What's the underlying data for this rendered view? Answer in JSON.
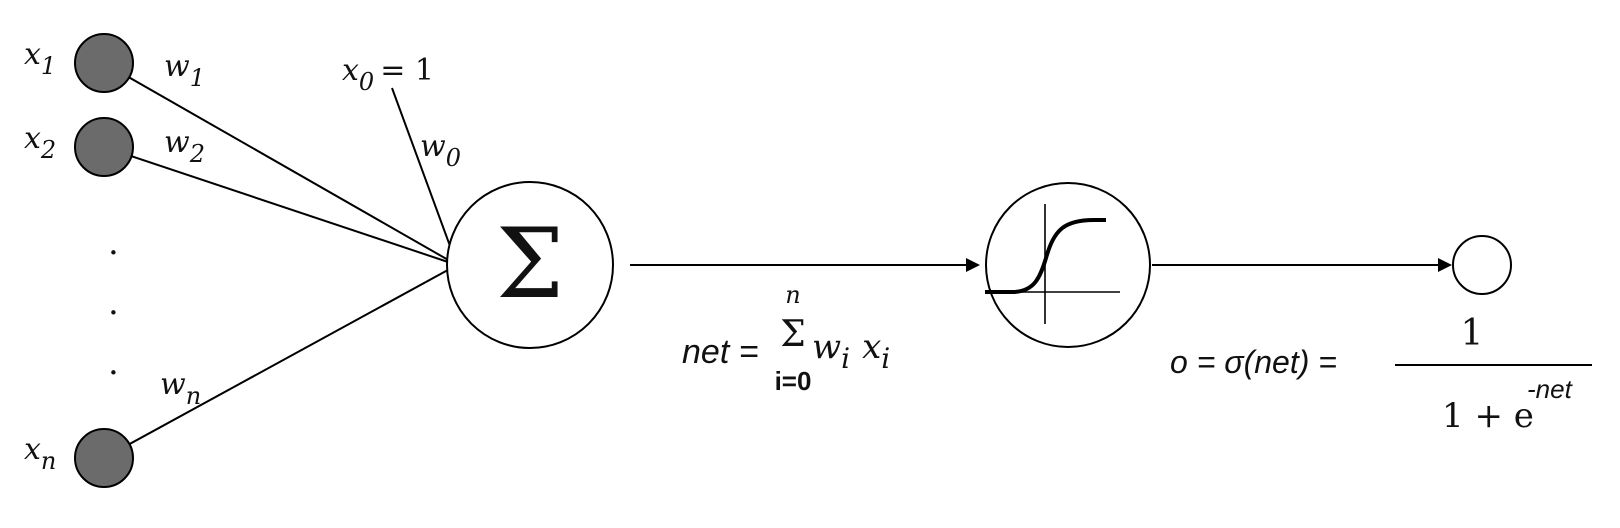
{
  "inputs": [
    {
      "var": "x",
      "sub": "1",
      "weight": "w",
      "weight_sub": "1"
    },
    {
      "var": "x",
      "sub": "2",
      "weight": "w",
      "weight_sub": "2"
    },
    {
      "var": "x",
      "sub": "n",
      "weight": "w",
      "weight_sub": "n"
    }
  ],
  "ellipsis": ".",
  "bias": {
    "var": "x",
    "sub": "0",
    "eq": "= 1",
    "weight": "w",
    "weight_sub": "0"
  },
  "summation_symbol": "Σ",
  "net_formula": {
    "lhs": "net =",
    "sigma": "Σ",
    "upper": "n",
    "lower": "i=0",
    "w": "w",
    "w_sub": "i",
    "x": "x",
    "x_sub": "i"
  },
  "output_formula": {
    "lhs": "o = σ(net) =",
    "numerator": "1",
    "denominator_base": "1 + e",
    "exponent": "-net"
  },
  "colors": {
    "input_node_fill": "#6b6b6b",
    "line": "#000000",
    "background": "#ffffff"
  },
  "icons": {
    "activation": "sigmoid-curve-icon",
    "output": "output-node-icon"
  }
}
